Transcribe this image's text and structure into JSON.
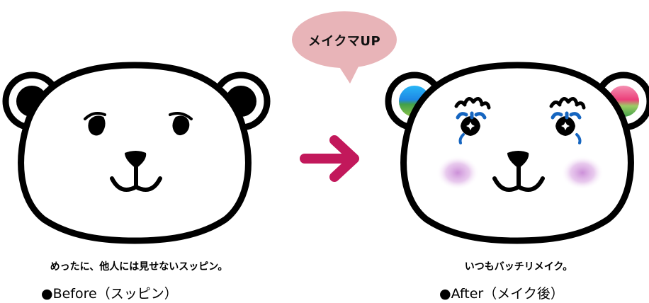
{
  "bubble": {
    "text": "メイクマUP",
    "color": "#e8b4b8"
  },
  "arrow": {
    "color": "#c2185b"
  },
  "before": {
    "caption": "めったに、他人には見せないスッピン。",
    "label": "●Before（スッピン）"
  },
  "after": {
    "caption": "いつもバッチリメイク。",
    "label": "●After（メイク後）"
  },
  "colors": {
    "outline": "#000000",
    "blush": "#c98ad6",
    "eyeshadow": "#1565c0",
    "ear_left_top": "#2196f3",
    "ear_left_bottom": "#4caf50",
    "ear_right_top": "#f06292",
    "ear_right_bottom": "#43a047"
  }
}
